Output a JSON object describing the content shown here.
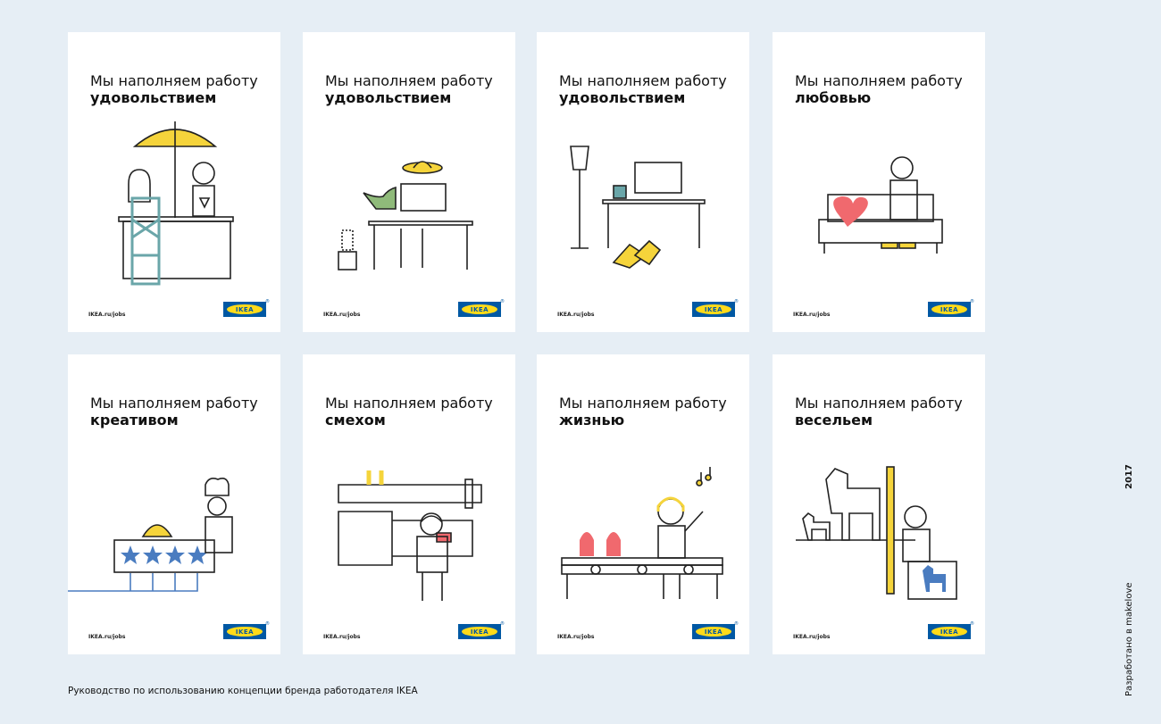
{
  "posters": [
    {
      "line1": "Мы наполняем работу",
      "line2": "удовольствием",
      "site": "IKEA.ru/jobs",
      "logo": "IKEA"
    },
    {
      "line1": "Мы наполняем работу",
      "line2": "удовольствием",
      "site": "IKEA.ru/jobs",
      "logo": "IKEA"
    },
    {
      "line1": "Мы наполняем работу",
      "line2": "удовольствием",
      "site": "IKEA.ru/jobs",
      "logo": "IKEA"
    },
    {
      "line1": "Мы наполняем работу",
      "line2": "любовью",
      "site": "IKEA.ru/jobs",
      "logo": "IKEA"
    },
    {
      "line1": "Мы наполняем работу",
      "line2": "креативом",
      "site": "IKEA.ru/jobs",
      "logo": "IKEA"
    },
    {
      "line1": "Мы наполняем работу",
      "line2": "смехом",
      "site": "IKEA.ru/jobs",
      "logo": "IKEA"
    },
    {
      "line1": "Мы наполняем работу",
      "line2": "жизнью",
      "site": "IKEA.ru/jobs",
      "logo": "IKEA"
    },
    {
      "line1": "Мы наполняем работу",
      "line2": "весельем",
      "site": "IKEA.ru/jobs",
      "logo": "IKEA"
    }
  ],
  "footer": "Руководство по использованию концепции бренда работодателя IKEA",
  "year": "2017",
  "credit": "Разработано в makelove",
  "colors": {
    "background": "#e6eef5",
    "ikea_blue": "#0058a3",
    "ikea_yellow": "#ffda1a",
    "accent_yellow": "#f5d43b",
    "accent_teal": "#6aa6a9",
    "accent_green": "#8fba7a",
    "accent_pink": "#f0696e",
    "accent_star_blue": "#4a7cc0"
  }
}
